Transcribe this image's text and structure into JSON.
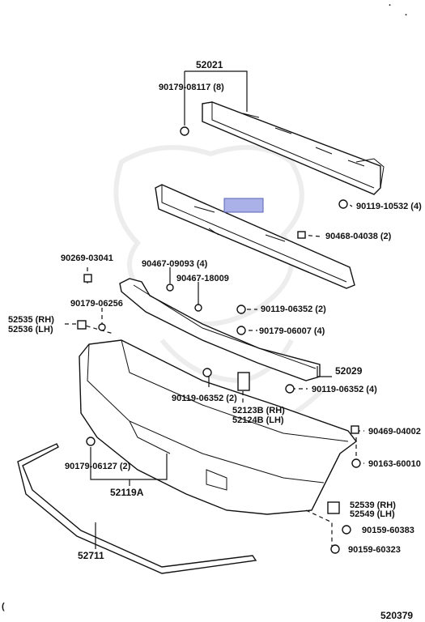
{
  "diagram_id": "520379",
  "parts": {
    "reinforcement": "52021",
    "reinforcement_bolt": "90179-08117 (8)",
    "reinforcement_bolt_side": "90119-10532 (4)",
    "absorber_clip": "90468-04038 (2)",
    "retainer_clip_top": "90467-09093 (4)",
    "retainer_clip_mid": "90467-18009",
    "support_nut_a": "90119-06352 (2)",
    "support_nut_b": "90179-06007 (4)",
    "side_clip": "90269-03041",
    "side_nut": "90179-06256",
    "side_support_rh": "52535 (RH)",
    "side_support_lh": "52536 (LH)",
    "bracket": "52029",
    "bracket_bolt": "90119-06352 (4)",
    "lower_bolt": "90119-06352 (2)",
    "retainer_rh": "52123B (RH)",
    "retainer_lh": "52124B (LH)",
    "clip_right_a": "90469-04002",
    "clip_right_b": "90163-60010",
    "lower_nut": "90179-06127 (2)",
    "bumper_cover": "52119A",
    "spoiler_rh": "52539 (RH)",
    "spoiler_lh": "52549 (LH)",
    "screw_a": "90159-60383",
    "screw_b": "90159-60323",
    "molding": "52711"
  },
  "colors": {
    "highlight": "#aab0e8",
    "ink": "#111111"
  }
}
